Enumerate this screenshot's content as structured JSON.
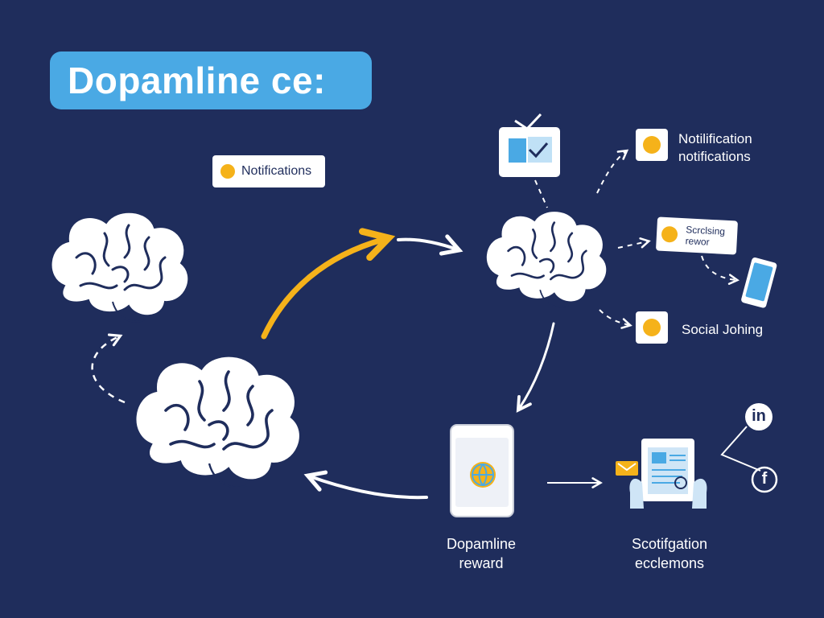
{
  "title": "Dopamline ce:",
  "labels": {
    "notifications_pill": "Notifications",
    "notification_top_1": "Notilification",
    "notification_top_2": "notifications",
    "scrolling_1": "Scrclsing",
    "scrolling_2": "rewor",
    "social": "Social Johing",
    "dopamine_reward_1": "Dopamline",
    "dopamine_reward_2": "reward",
    "scotification_1": "Scotifgation",
    "scotification_2": "ecclemons"
  },
  "icons": {
    "linkedin": "in",
    "facebook": "f"
  },
  "colors": {
    "background": "#1f2d5c",
    "title_banner": "#4aa9e4",
    "accent_yellow": "#f5b21a",
    "arrow_white": "#ffffff"
  }
}
